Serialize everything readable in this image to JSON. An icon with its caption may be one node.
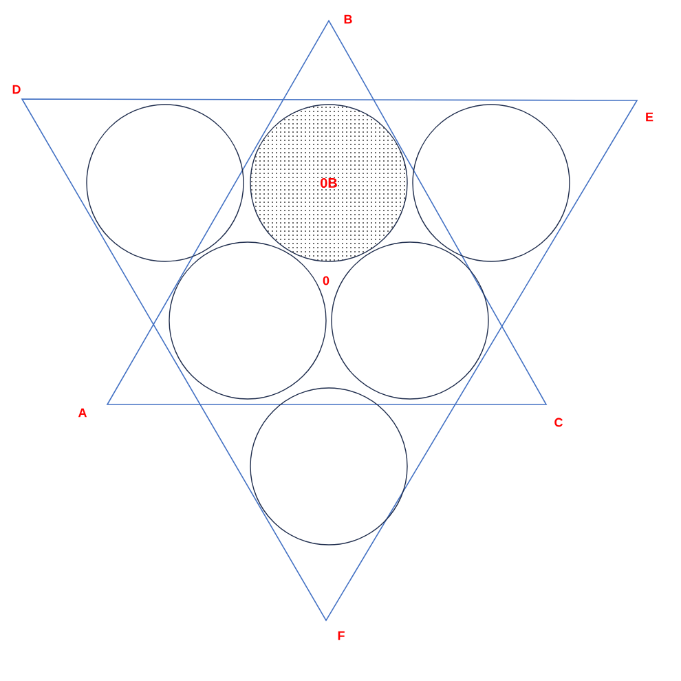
{
  "diagram": {
    "nodes": [
      {
        "text": [],
        "shape": "circle"
      },
      {
        "text": [
          "0B"
        ]
      },
      {
        "text": [],
        "shape": "circle"
      },
      {
        "text": [],
        "shape": "circle"
      },
      {
        "text": [],
        "shape": "circle"
      },
      {
        "text": [],
        "shape": "circle"
      }
    ],
    "labels": [
      "B",
      "D",
      "E",
      "0",
      "A",
      "C",
      "F"
    ]
  }
}
